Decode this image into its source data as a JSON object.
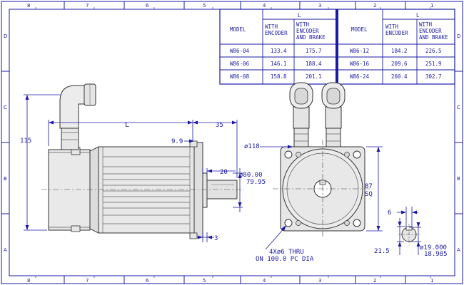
{
  "border": {
    "top_zones": [
      "8",
      "7",
      "6",
      "5",
      "4",
      "3",
      "2",
      "1"
    ],
    "bottom_zones": [
      "8",
      "7",
      "6",
      "5",
      "4",
      "3",
      "2",
      "1"
    ],
    "left_zones": [
      "D",
      "C",
      "B",
      "A"
    ],
    "right_zones": [
      "D",
      "C",
      "B",
      "A"
    ]
  },
  "table": {
    "left": {
      "col_model": "MODEL",
      "group_header": "L",
      "col_encoder": [
        "WITH",
        "ENCODER"
      ],
      "col_brake": [
        "WITH",
        "ENCODER",
        "AND BRAKE"
      ],
      "rows": [
        {
          "model": "W86-04",
          "encoder": "133.4",
          "brake": "175.7"
        },
        {
          "model": "W86-06",
          "encoder": "146.1",
          "brake": "188.4"
        },
        {
          "model": "W86-08",
          "encoder": "158.8",
          "brake": "201.1"
        }
      ]
    },
    "right": {
      "col_model": "MODEL",
      "group_header": "L",
      "col_encoder": [
        "WITH",
        "ENCODER"
      ],
      "col_brake": [
        "WITH",
        "ENCODER",
        "AND BRAKE"
      ],
      "rows": [
        {
          "model": "W86-12",
          "encoder": "184.2",
          "brake": "226.5"
        },
        {
          "model": "W86-16",
          "encoder": "209.6",
          "brake": "251.9"
        },
        {
          "model": "W86-24",
          "encoder": "260.4",
          "brake": "302.7"
        }
      ]
    }
  },
  "dims": {
    "height": "115",
    "length": "L",
    "shaft_len": "35",
    "flange": "9.9",
    "pilot_len": "20",
    "pilot_dia_hi": "ø80.00",
    "pilot_dia_lo": "79.95",
    "step": "3",
    "body_dia": "ø118",
    "square_a": "87",
    "square_b": "SQ",
    "holes_1": "4Xø6 THRU",
    "holes_2": "ON 100.0 PC DIA",
    "key_w": "6",
    "key_h": "21.5",
    "shaft_dia_hi": "ø19.000",
    "shaft_dia_lo": "18.985"
  }
}
